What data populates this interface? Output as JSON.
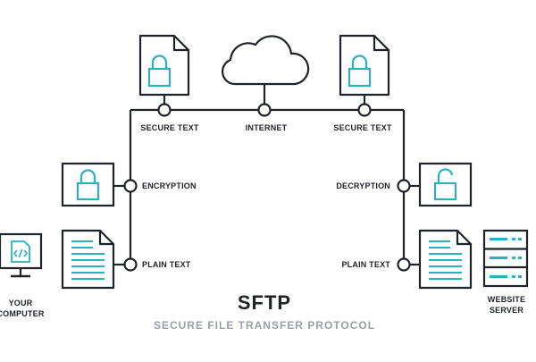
{
  "diagram": {
    "title": "SFTP",
    "subtitle": "SECURE FILE TRANSFER PROTOCOL",
    "nodes": {
      "secure_text_left": "SECURE TEXT",
      "internet": "INTERNET",
      "secure_text_right": "SECURE TEXT",
      "encryption": "ENCRYPTION",
      "decryption": "DECRYPTION",
      "plain_text_left": "PLAIN TEXT",
      "plain_text_right": "PLAIN TEXT"
    },
    "endpoints": {
      "computer_line1": "YOUR",
      "computer_line2": "COMPUTER",
      "server_line1": "WEBSITE",
      "server_line2": "SERVER"
    }
  },
  "colors": {
    "stroke": "#1f2328",
    "accent": "#2ab0c0",
    "subtitle": "#9aa0a6"
  },
  "icons": [
    "locked-document-icon",
    "cloud-icon",
    "padlock-icon",
    "unlocked-padlock-icon",
    "text-document-icon",
    "code-monitor-icon",
    "server-rack-icon"
  ]
}
